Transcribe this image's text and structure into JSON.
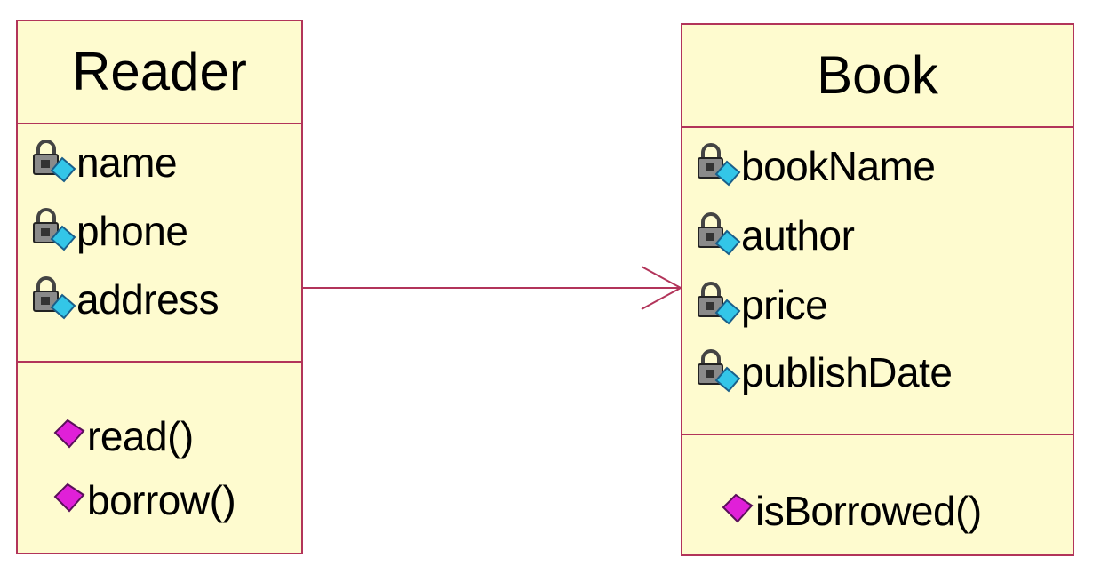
{
  "classes": [
    {
      "name": "Reader",
      "attributes": [
        "name",
        "phone",
        "address"
      ],
      "operations": [
        "read()",
        "borrow()"
      ]
    },
    {
      "name": "Book",
      "attributes": [
        "bookName",
        "author",
        "price",
        "publishDate"
      ],
      "operations": [
        "isBorrowed()"
      ]
    }
  ],
  "association": {
    "from": "Reader",
    "to": "Book",
    "navigable_end": "Book"
  },
  "icons": {
    "attribute": "private-attribute-icon",
    "operation": "public-operation-icon"
  },
  "colors": {
    "class_fill": "#fefbcf",
    "border": "#b2345a",
    "attribute_diamond": "#33c6e8",
    "operation_diamond": "#e020d8",
    "lock": "#8a8a8a"
  }
}
